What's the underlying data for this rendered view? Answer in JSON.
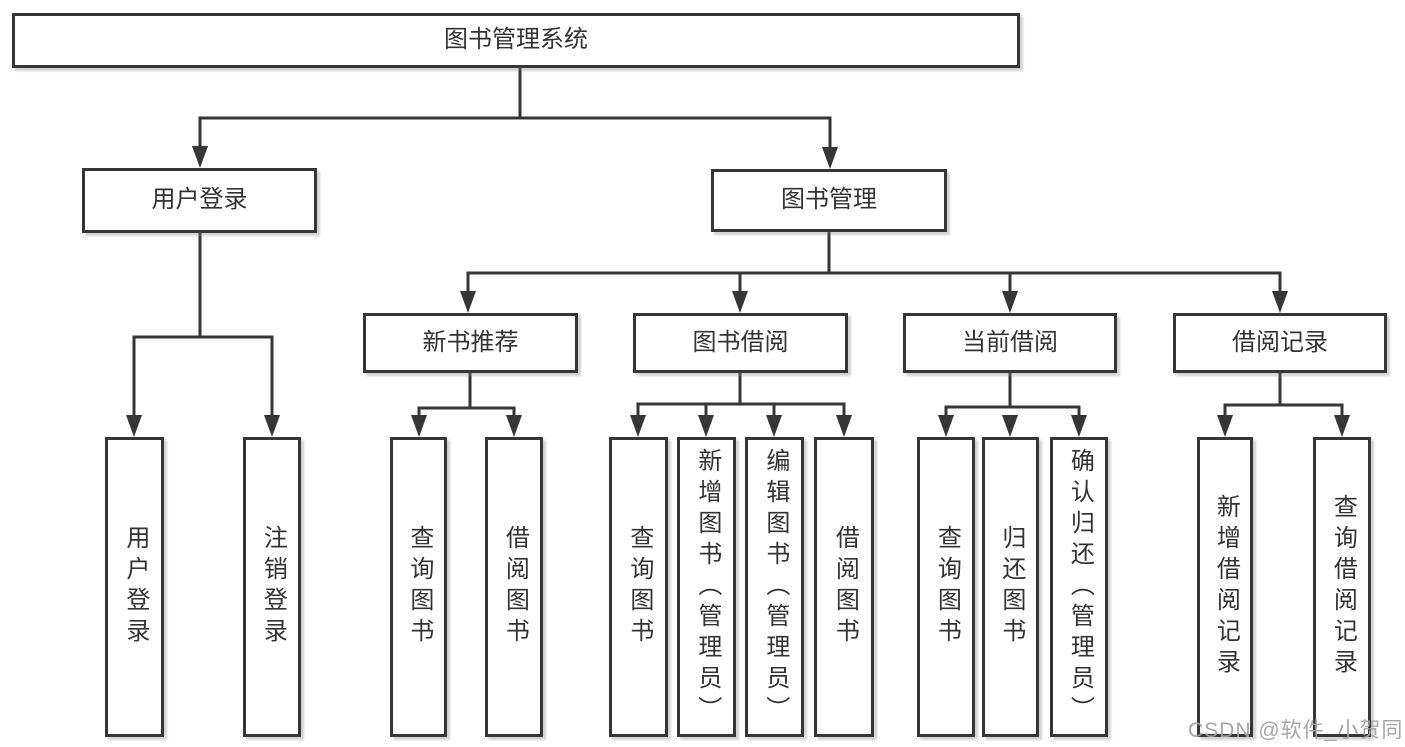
{
  "tree": {
    "root": {
      "label": "图书管理系统"
    },
    "children": [
      {
        "label": "用户登录",
        "children": [
          {
            "label": "用户登录"
          },
          {
            "label": "注销登录"
          }
        ]
      },
      {
        "label": "图书管理",
        "children": [
          {
            "label": "新书推荐",
            "children": [
              {
                "label": "查询图书"
              },
              {
                "label": "借阅图书"
              }
            ]
          },
          {
            "label": "图书借阅",
            "children": [
              {
                "label": "查询图书"
              },
              {
                "label": "新增图书（管理员）"
              },
              {
                "label": "编辑图书（管理员）"
              },
              {
                "label": "借阅图书"
              }
            ]
          },
          {
            "label": "当前借阅",
            "children": [
              {
                "label": "查询图书"
              },
              {
                "label": "归还图书"
              },
              {
                "label": "确认归还（管理员）"
              }
            ]
          },
          {
            "label": "借阅记录",
            "children": [
              {
                "label": "新增借阅记录"
              },
              {
                "label": "查询借阅记录"
              }
            ]
          }
        ]
      }
    ]
  },
  "watermark": {
    "text": "CSDN @软件_小贺同学"
  },
  "style": {
    "line_color": "#363636",
    "text_color": "#333333",
    "background": "#ffffff",
    "watermark_color": "#a2a2a2"
  }
}
